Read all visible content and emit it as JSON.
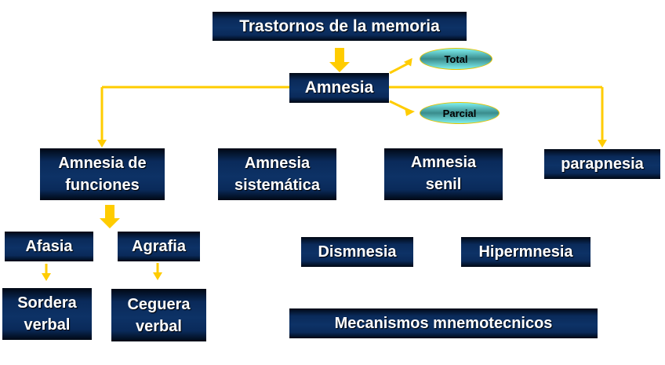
{
  "title": "Trastornos de la memoria",
  "root": "Amnesia",
  "amnesia_types": {
    "total": "Total",
    "parcial": "Parcial"
  },
  "nodes": {
    "funciones": "Amnesia de funciones",
    "sistematica": "Amnesia sistemática",
    "senil": "Amnesia senil",
    "parapnesia": "parapnesia",
    "afasia": "Afasia",
    "agrafia": "Agrafia",
    "sordera": "Sordera verbal",
    "ceguera": "Ceguera verbal",
    "dismnesia": "Dismnesia",
    "hipermnesia": "Hipermnesia",
    "mecanismos": "Mecanismos mnemotecnicos"
  },
  "colors": {
    "box": "#0d3266",
    "arrow": "#ffcc00",
    "ellipse": "#5ecfcf"
  }
}
